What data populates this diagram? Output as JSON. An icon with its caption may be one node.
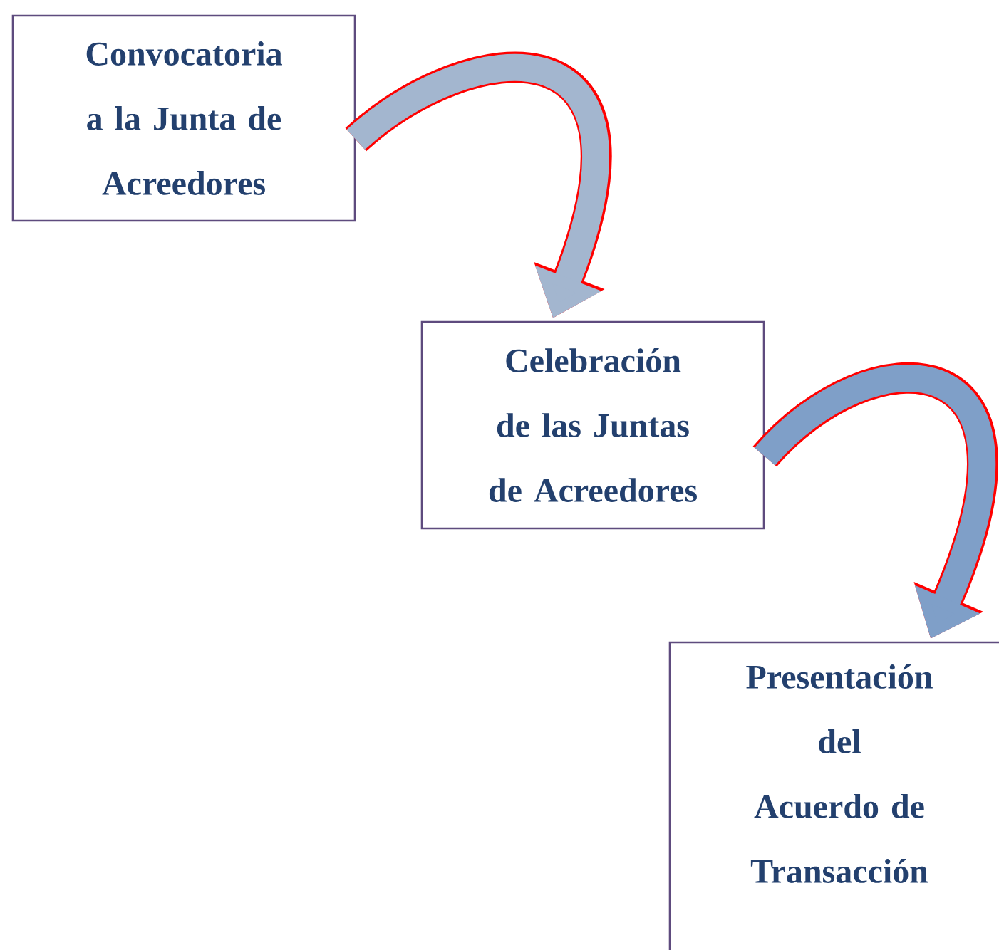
{
  "diagram": {
    "nodes": [
      {
        "text": [
          "Convocatoria a la Junta de Acreedores"
        ]
      },
      {
        "text": [
          "Celebración de las Juntas de Acreedores"
        ]
      },
      {
        "text": [
          "Presentación del Acuerdo de Transacción"
        ]
      }
    ],
    "edges": [
      {
        "from": 0,
        "to": 1,
        "arrow": "to"
      },
      {
        "from": 1,
        "to": 2,
        "arrow": "to"
      }
    ]
  }
}
